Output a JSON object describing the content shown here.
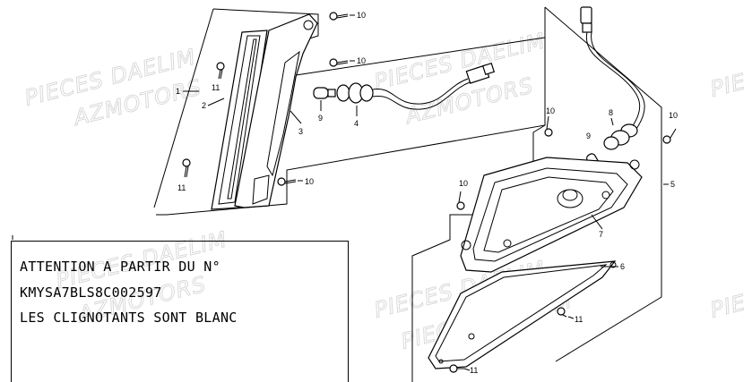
{
  "watermarks": [
    {
      "text": "PIECES DAELIM"
    },
    {
      "text": "AZMOTORS"
    },
    {
      "text": "PIECES DAELIM"
    },
    {
      "text": "AZMOTORS"
    },
    {
      "text": "PIECES DAELIM"
    },
    {
      "text": "AZMOTORS"
    },
    {
      "text": "PIECES DAELIM"
    },
    {
      "text": "PIECES DAELIM"
    },
    {
      "text": "PIE"
    },
    {
      "text": "PIE"
    }
  ],
  "callouts": {
    "c1": "1",
    "c2": "2",
    "c3": "3",
    "c4": "4",
    "c5": "5",
    "c6": "6",
    "c7": "7",
    "c8": "8",
    "c9a": "9",
    "c9b": "9",
    "c10a": "10",
    "c10b": "10",
    "c10c": "10",
    "c10d": "10",
    "c10e": "10",
    "c10f": "10",
    "c11a": "11",
    "c11b": "11",
    "c11c": "11",
    "c11d": "11"
  },
  "note": {
    "line1": "ATTENTION  A PARTIR DU N°",
    "line2": "KMYSA7BLS8C002597",
    "line3": "LES CLIGNOTANTS SONT BLANC"
  }
}
